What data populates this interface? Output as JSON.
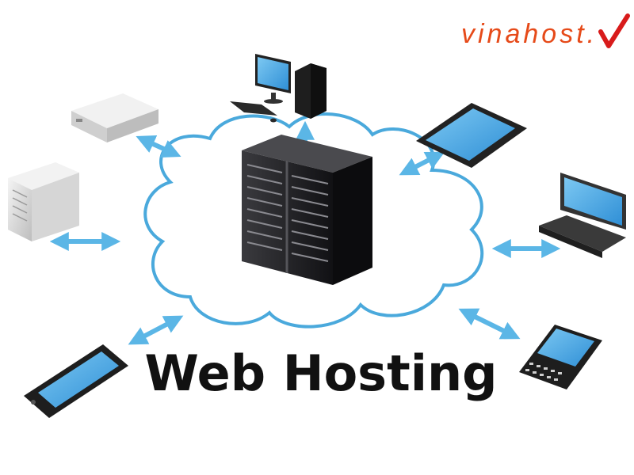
{
  "title": "Web Hosting",
  "brand": {
    "name": "vinahost.",
    "color": "#e64a19",
    "mark_color": "#d81b1b",
    "mark_icon": "checkmark-icon"
  },
  "colors": {
    "cloud_outline": "#4aa9dc",
    "arrow": "#5bb6e6",
    "screen": "#3aa0e0",
    "server_rack": "#1f1f22"
  },
  "nodes": [
    {
      "id": "central-server",
      "icon": "server-rack-icon",
      "position": "center"
    },
    {
      "id": "desktop-computer-top",
      "icon": "desktop-computer-icon",
      "position": "top"
    },
    {
      "id": "router-top-left",
      "icon": "network-device-icon",
      "position": "top-left"
    },
    {
      "id": "server-tower-left",
      "icon": "server-tower-icon",
      "position": "left"
    },
    {
      "id": "tablet-top-right",
      "icon": "tablet-icon",
      "position": "top-right"
    },
    {
      "id": "laptop-right",
      "icon": "laptop-icon",
      "position": "right"
    },
    {
      "id": "smartphone-bottom-left",
      "icon": "smartphone-icon",
      "position": "bottom-left"
    },
    {
      "id": "blackberry-phone-bottom-right",
      "icon": "qwerty-phone-icon",
      "position": "bottom-right"
    }
  ]
}
